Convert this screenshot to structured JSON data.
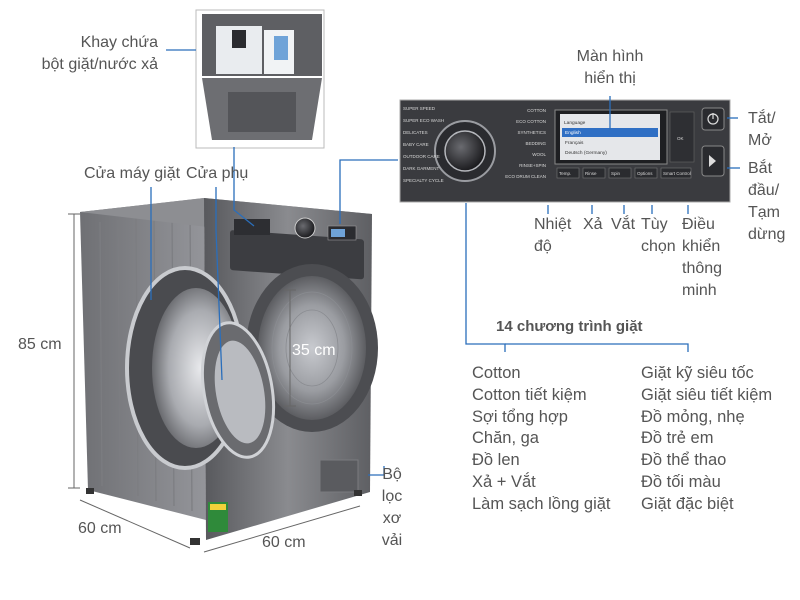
{
  "labels": {
    "drawer": [
      "Khay chứa",
      "bột giặt/nước xả"
    ],
    "door": "Cửa máy giặt",
    "aux_door": "Cửa phụ",
    "display": [
      "Màn hình",
      "hiển thị"
    ],
    "power": [
      "Tắt/",
      "Mở"
    ],
    "start": [
      "Bắt",
      "đầu/",
      "Tạm",
      "dừng"
    ],
    "temp": [
      "Nhiệt",
      "độ"
    ],
    "rinse": "Xả",
    "spin": "Vắt",
    "options": [
      "Tùy",
      "chọn"
    ],
    "smart": [
      "Điều",
      "khiển",
      "thông",
      "minh"
    ],
    "filter": [
      "Bộ",
      "lọc",
      "xơ",
      "vải"
    ]
  },
  "dimensions": {
    "height": "85 cm",
    "depth": "60 cm",
    "width": "60 cm",
    "drum": "35 cm"
  },
  "programs": {
    "title": "14 chương trình giặt",
    "left": [
      "Cotton",
      "Cotton tiết kiệm",
      "Sợi tổng hợp",
      "Chăn, ga",
      "Đồ len",
      "Xả + Vắt",
      "Làm sạch lồng giặt"
    ],
    "right": [
      "Giặt kỹ siêu tốc",
      "Giặt siêu tiết kiệm",
      "Đồ mỏng, nhẹ",
      "Đồ trẻ em",
      "Đồ thể thao",
      "Đồ tối màu",
      "Giặt đặc biệt"
    ]
  },
  "panel": {
    "dial_left": [
      "SUPER SPEED",
      "SUPER ECO WASH",
      "DELICATES",
      "BABY CARE",
      "OUTDOOR CARE",
      "DARK GARMENT",
      "SPECIALTY CYCLE"
    ],
    "dial_right": [
      "COTTON",
      "ECO COTTON",
      "SYNTHETICS",
      "BEDDING",
      "WOOL",
      "RINSE+SPIN",
      "ECO DRUM CLEAN"
    ],
    "menu_title": "Language",
    "menu_items": [
      "English",
      "Français",
      "Deutsch (Germany)"
    ],
    "ok": "OK",
    "buttons": [
      "Temp.",
      "Rinse",
      "Spin",
      "Options",
      "Smart Control"
    ]
  },
  "colors": {
    "callout": "#2a6ebb",
    "body": "#6e6f73",
    "panel": "#3a3b3f"
  }
}
